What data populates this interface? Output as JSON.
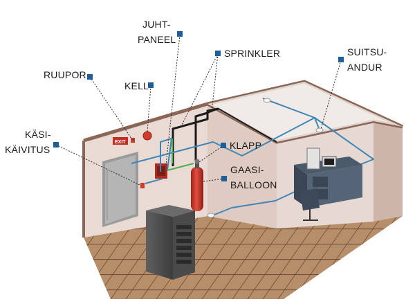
{
  "diagram": {
    "labels": {
      "juht_paneel": [
        "JUHT-",
        "PANEEL"
      ],
      "sprinkler": "SPRINKLER",
      "suitsuandur": [
        "SUITSU-",
        "ANDUR"
      ],
      "ruupor": "RUUPOR",
      "kell": "KELL",
      "kasikaivitus": [
        "KÄSI-",
        "KÄIVITUS"
      ],
      "klapp": "KLAPP",
      "gaasiballoon": [
        "GAASI-",
        "BALLOON"
      ]
    },
    "exit_sign": "EXIT",
    "colors": {
      "marker": "#1f5f99",
      "pipe": "#3f86b8",
      "floor_tile": "#b78e6a",
      "floor_grout": "#6b4c35",
      "gas_cylinder": "#d23a2c",
      "wall": "#e9dad3",
      "wall_top": "#8b6656"
    }
  }
}
